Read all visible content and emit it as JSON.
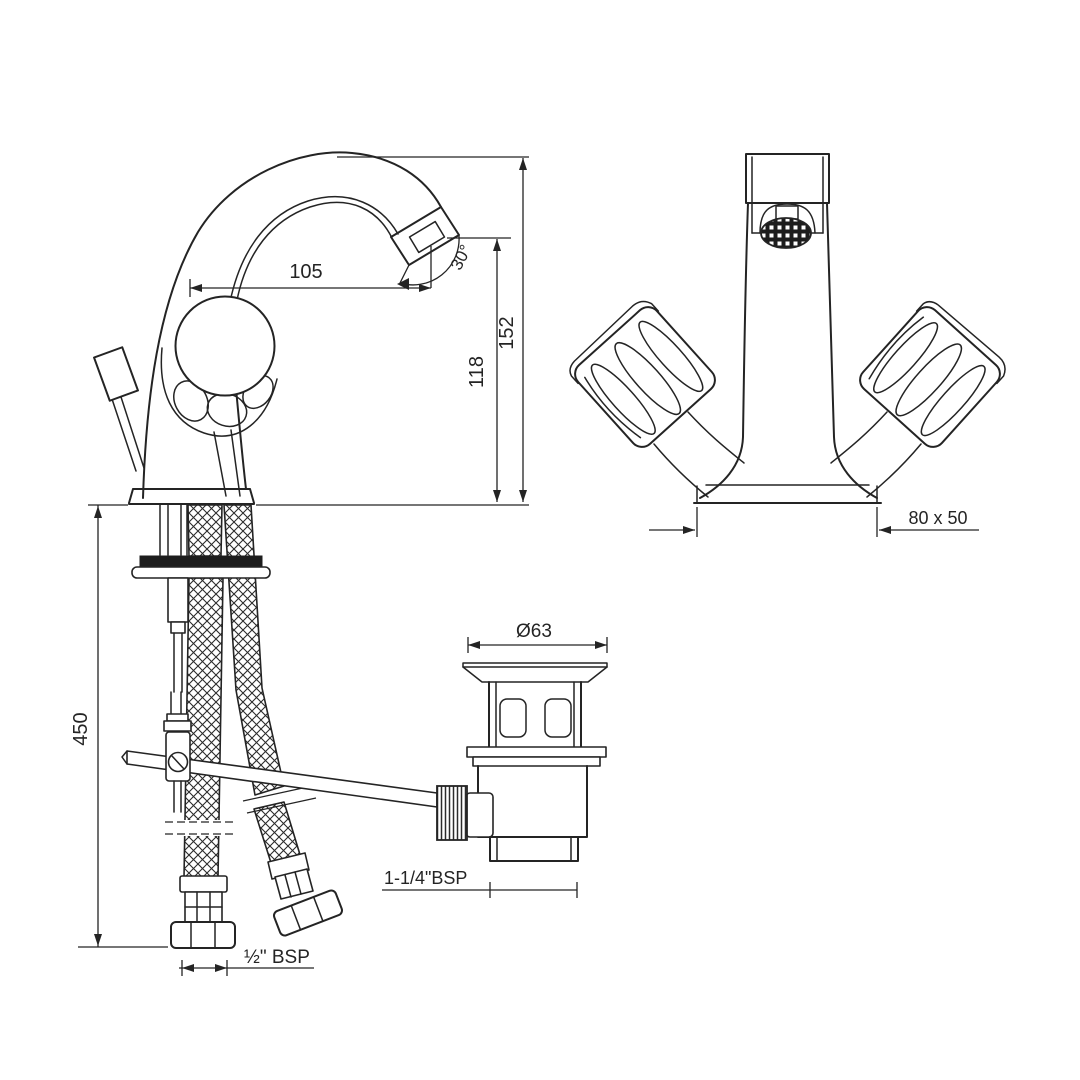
{
  "drawing": {
    "background": "#ffffff",
    "line_color": "#242424",
    "side_view": {
      "spout_reach": "105",
      "spout_angle": "30°",
      "spout_height": "152",
      "aerator_height": "118",
      "hose_length": "450",
      "inlet_thread": "½\" BSP"
    },
    "front_view": {
      "base_size": "80 x 50"
    },
    "waste": {
      "flange_diameter": "Ø63",
      "outlet_thread": "1-1/4\"BSP"
    }
  }
}
